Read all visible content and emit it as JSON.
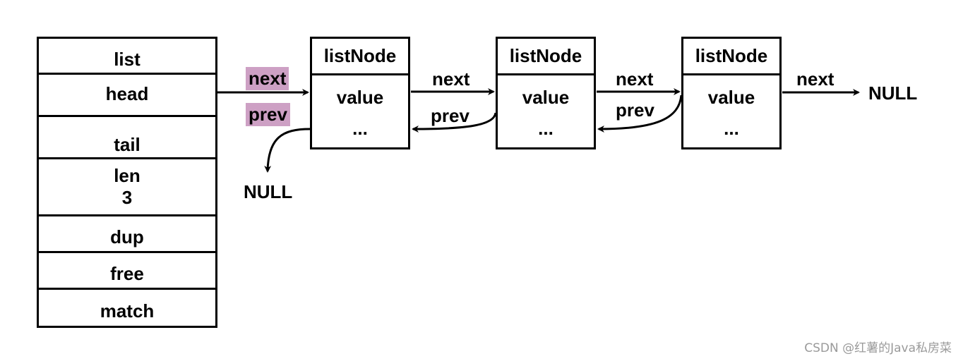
{
  "list_struct": {
    "title": "list",
    "fields": {
      "head": "head",
      "tail": "tail",
      "len": "len",
      "len_value": "3",
      "dup": "dup",
      "free": "free",
      "match": "match"
    }
  },
  "nodes": [
    {
      "title": "listNode",
      "value": "value",
      "more": "..."
    },
    {
      "title": "listNode",
      "value": "value",
      "more": "..."
    },
    {
      "title": "listNode",
      "value": "value",
      "more": "..."
    }
  ],
  "edges": {
    "head_next": "next",
    "head_prev": "prev",
    "n1_next": "next",
    "n2_prev": "prev",
    "n2_next": "next",
    "n3_prev": "prev",
    "n3_next": "next",
    "null_left": "NULL",
    "null_right": "NULL"
  },
  "colors": {
    "highlight": "#cda0c4",
    "stroke": "#000000",
    "watermark": "#9a9a9a"
  },
  "watermark": "CSDN @红薯的Java私房菜"
}
